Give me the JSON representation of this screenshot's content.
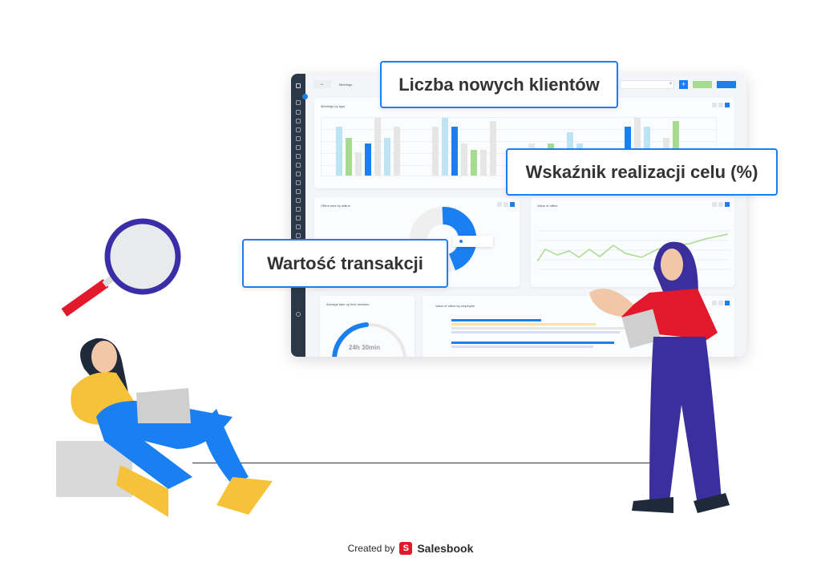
{
  "dashboard": {
    "header_title": "Meetings",
    "panels": {
      "meetings_by_type": "Meetings by type",
      "offers_sent_by_status": "Offers sent by status",
      "value_of_offers": "Value of offers",
      "average_take_up": "Average take up time decision",
      "value_by_employee": "Value of offers by employee"
    },
    "gauge_value": "24h 30min",
    "gauge_fraction": 0.45,
    "bar_colors": {
      "light_blue": "#bde4f4",
      "green": "#a6dc8f",
      "grey": "#e6e6e6",
      "blue": "#1a7ff0"
    }
  },
  "callouts": {
    "new_clients": "Liczba nowych klientów",
    "goal_rate": "Wskaźnik realizacji celu (%)",
    "transaction_value": "Wartość transakcji"
  },
  "footer": {
    "created_by": "Created by",
    "brand": "Salesbook"
  }
}
